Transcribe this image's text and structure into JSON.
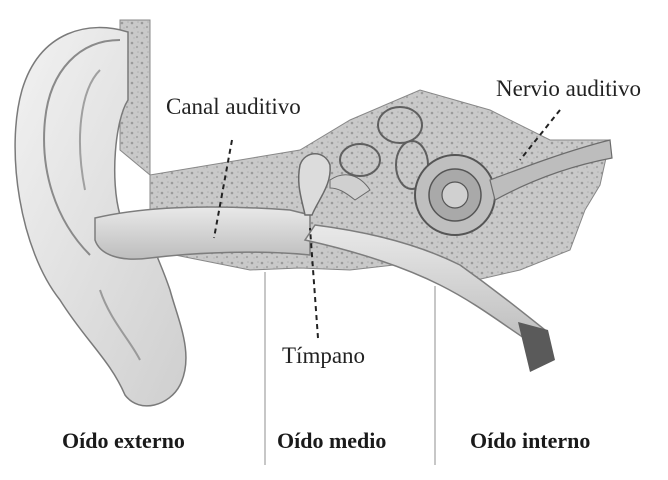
{
  "labels": {
    "canal": "Canal auditivo",
    "nervio": "Nervio auditivo",
    "timpano": "Tímpano"
  },
  "sections": {
    "externo": "Oído externo",
    "medio": "Oído medio",
    "interno": "Oído interno"
  }
}
